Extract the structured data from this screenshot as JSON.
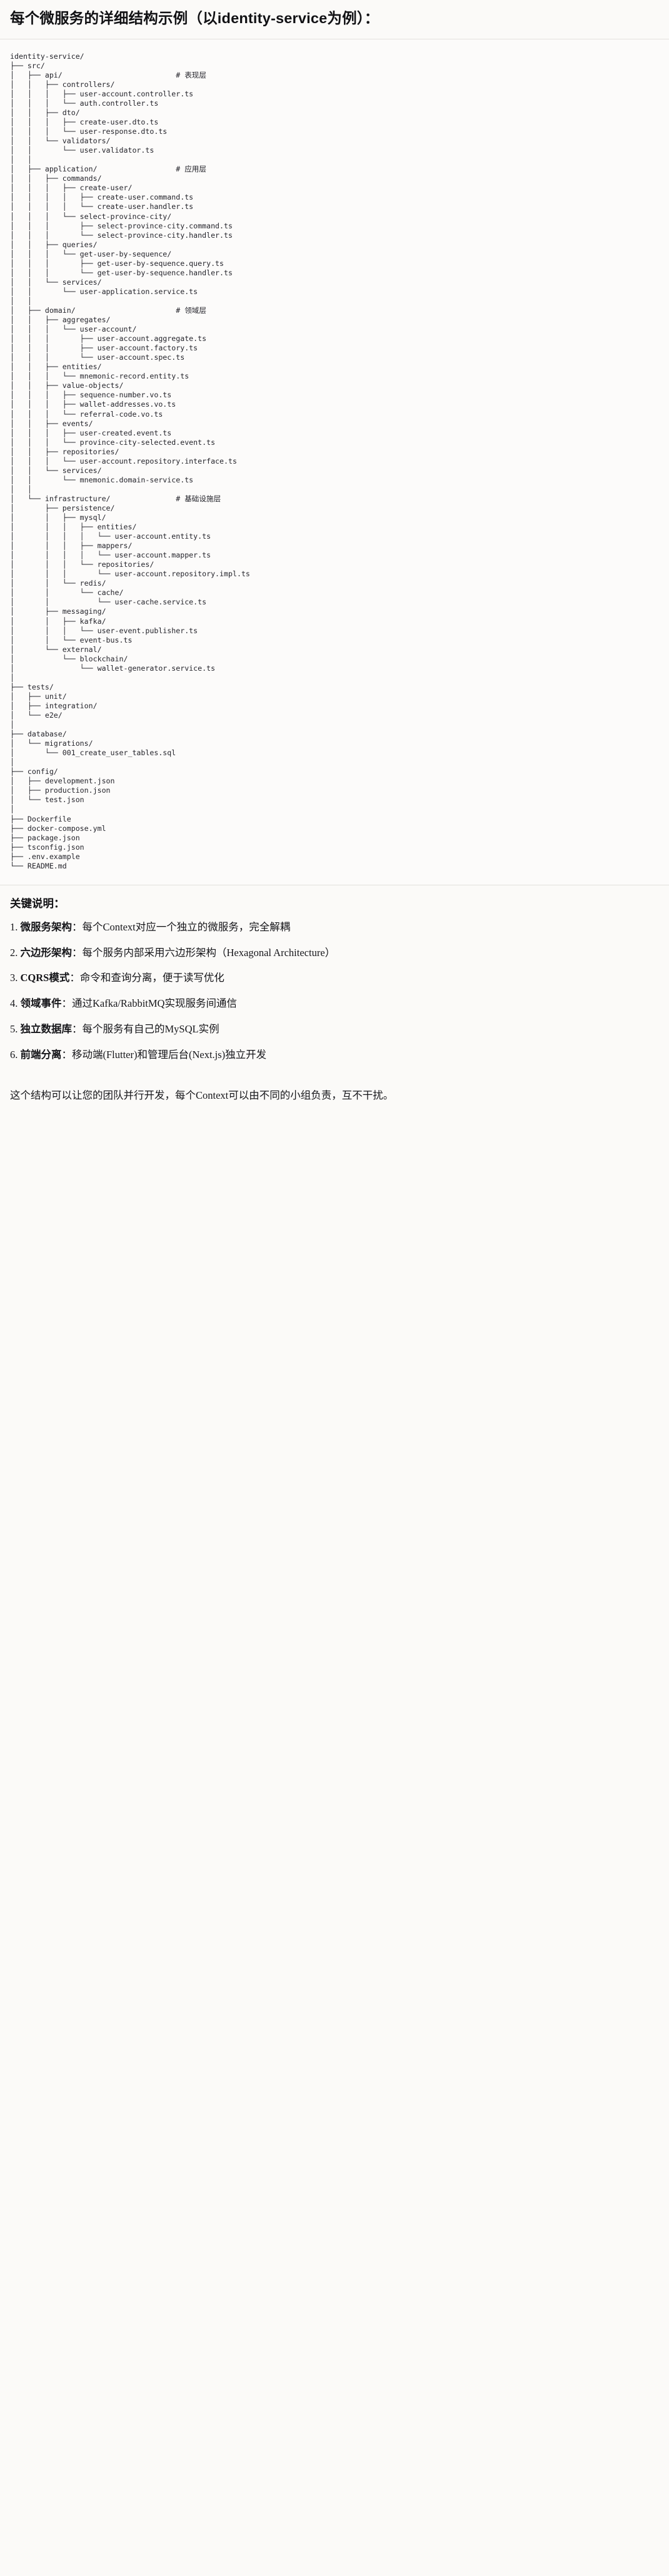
{
  "heading": {
    "text": "每个微服务的详细结构示例（以identity-service为例）："
  },
  "code_block": {
    "language": "text",
    "tree_text": "identity-service/\n├── src/\n│   ├── api/                          # 表现层\n│   │   ├── controllers/\n│   │   │   ├── user-account.controller.ts\n│   │   │   └── auth.controller.ts\n│   │   ├── dto/\n│   │   │   ├── create-user.dto.ts\n│   │   │   └── user-response.dto.ts\n│   │   └── validators/\n│   │       └── user.validator.ts\n│   │\n│   ├── application/                  # 应用层\n│   │   ├── commands/\n│   │   │   ├── create-user/\n│   │   │   │   ├── create-user.command.ts\n│   │   │   │   └── create-user.handler.ts\n│   │   │   └── select-province-city/\n│   │   │       ├── select-province-city.command.ts\n│   │   │       └── select-province-city.handler.ts\n│   │   ├── queries/\n│   │   │   └── get-user-by-sequence/\n│   │   │       ├── get-user-by-sequence.query.ts\n│   │   │       └── get-user-by-sequence.handler.ts\n│   │   └── services/\n│   │       └── user-application.service.ts\n│   │\n│   ├── domain/                       # 领域层\n│   │   ├── aggregates/\n│   │   │   └── user-account/\n│   │   │       ├── user-account.aggregate.ts\n│   │   │       ├── user-account.factory.ts\n│   │   │       └── user-account.spec.ts\n│   │   ├── entities/\n│   │   │   └── mnemonic-record.entity.ts\n│   │   ├── value-objects/\n│   │   │   ├── sequence-number.vo.ts\n│   │   │   ├── wallet-addresses.vo.ts\n│   │   │   └── referral-code.vo.ts\n│   │   ├── events/\n│   │   │   ├── user-created.event.ts\n│   │   │   └── province-city-selected.event.ts\n│   │   ├── repositories/\n│   │   │   └── user-account.repository.interface.ts\n│   │   └── services/\n│   │       └── mnemonic.domain-service.ts\n│   │\n│   └── infrastructure/               # 基础设施层\n│       ├── persistence/\n│       │   ├── mysql/\n│       │   │   ├── entities/\n│       │   │   │   └── user-account.entity.ts\n│       │   │   ├── mappers/\n│       │   │   │   └── user-account.mapper.ts\n│       │   │   └── repositories/\n│       │   │       └── user-account.repository.impl.ts\n│       │   └── redis/\n│       │       └── cache/\n│       │           └── user-cache.service.ts\n│       ├── messaging/\n│       │   ├── kafka/\n│       │   │   └── user-event.publisher.ts\n│       │   └── event-bus.ts\n│       └── external/\n│           └── blockchain/\n│               └── wallet-generator.service.ts\n│\n├── tests/\n│   ├── unit/\n│   ├── integration/\n│   └── e2e/\n│\n├── database/\n│   └── migrations/\n│       └── 001_create_user_tables.sql\n│\n├── config/\n│   ├── development.json\n│   ├── production.json\n│   └── test.json\n│\n├── Dockerfile\n├── docker-compose.yml\n├── package.json\n├── tsconfig.json\n├── .env.example\n└── README.md",
    "layer_comments": [
      {
        "target": "api/",
        "comment": "# 表现层"
      },
      {
        "target": "application/",
        "comment": "# 应用层"
      },
      {
        "target": "domain/",
        "comment": "# 领域层"
      },
      {
        "target": "infrastructure/",
        "comment": "# 基础设施层"
      }
    ]
  },
  "key_points": {
    "title": "关键说明：",
    "items": [
      {
        "num": "1.",
        "term": "微服务架构",
        "sep": "：",
        "desc": "每个Context对应一个独立的微服务，完全解耦"
      },
      {
        "num": "2.",
        "term": "六边形架构",
        "sep": "：",
        "desc": "每个服务内部采用六边形架构（Hexagonal Architecture）"
      },
      {
        "num": "3.",
        "term": "CQRS模式",
        "sep": "：",
        "desc": "命令和查询分离，便于读写优化"
      },
      {
        "num": "4.",
        "term": "领域事件",
        "sep": "：",
        "desc": "通过Kafka/RabbitMQ实现服务间通信"
      },
      {
        "num": "5.",
        "term": "独立数据库",
        "sep": "：",
        "desc": "每个服务有自己的MySQL实例"
      },
      {
        "num": "6.",
        "term": "前端分离",
        "sep": "：",
        "desc": "移动端(Flutter)和管理后台(Next.js)独立开发"
      }
    ],
    "closing": "这个结构可以让您的团队并行开发，每个Context可以由不同的小组负责，互不干扰。"
  },
  "colors": {
    "page_bg": "#fbfaf8",
    "code_bg": "#fcfbfa",
    "rule": "#e3e1dc",
    "text": "#16161a",
    "code_text": "#24242b"
  }
}
